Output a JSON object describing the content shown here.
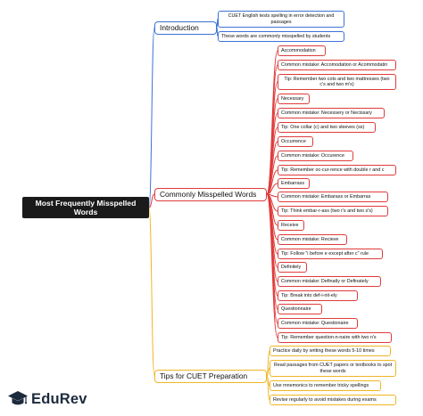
{
  "root": "Most Frequently Misspelled Words",
  "colors": {
    "blue": "#3b73d6",
    "red": "#e03b3b",
    "yellow": "#f0b624",
    "root_bg": "#1a1a1a"
  },
  "branches": {
    "introduction": {
      "label": "Introduction",
      "items": [
        "CUET English tests spelling in error detection and passages",
        "These words are commonly misspelled by students"
      ]
    },
    "misspelled": {
      "label": "Commonly Misspelled Words",
      "items": [
        "Accommodation",
        "Common mistake: Accomodation or Acommodatin",
        "Tip: Remember two cots and two mattresses (two c's and two m's)",
        "Necessary",
        "Common mistake: Necessery or Necissary",
        "Tip: One collar (c) and two sleeves (ss)",
        "Occurrence",
        "Common mistake: Occurence",
        "Tip: Remember oc-cur-rence with double r and c",
        "Embarrass",
        "Common mistake: Embarass or Embarras",
        "Tip: Think embar-r-ass (two r's and two s's)",
        "Receive",
        "Common mistake: Recieve",
        "Tip: Follow \"i before e except after c\" rule",
        "Definitely",
        "Common mistake: Definatly or Definately",
        "Tip: Break into def-i-nit-ely",
        "Questionnaire",
        "Common mistake: Questionaire",
        "Tip: Remember question-n-naire with two n's"
      ]
    },
    "tips": {
      "label": "Tips for CUET Preparation",
      "items": [
        "Practice daily by writing these words 5-10 times",
        "Read passages from CUET papers or textbooks to spot these words",
        "Use mnemonics to remember tricky spellings",
        "Revise regularly to avoid mistakes during exams"
      ]
    }
  },
  "logo": {
    "text": "EduRev",
    "icon": "graduation-cap-icon"
  }
}
